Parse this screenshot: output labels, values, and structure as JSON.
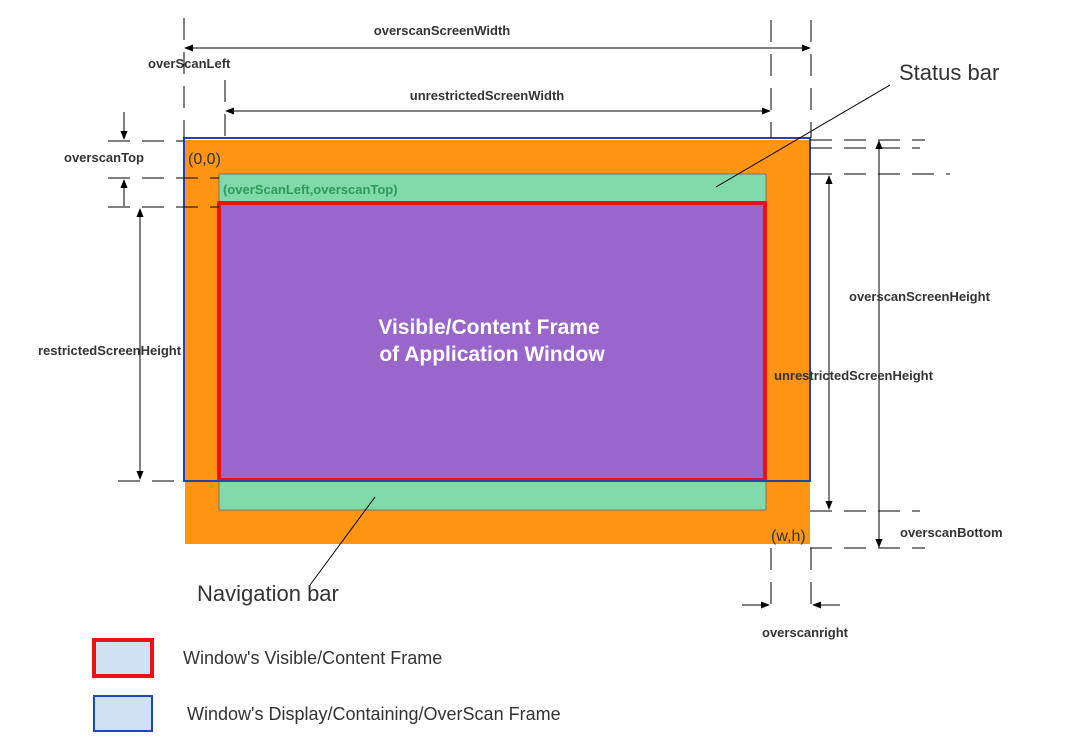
{
  "colors": {
    "overscan_area": "#ff9512",
    "status_nav_bars": "#80d9ab",
    "content_frame": "#9966cc",
    "visible_frame_border": "#ee1111",
    "display_frame_border": "#2244bb",
    "legend_fill": "#cfe2f3"
  },
  "labels": {
    "overscan_screen_width": "overscanScreenWidth",
    "overscan_left": "overScanLeft",
    "unrestricted_screen_width": "unrestrictedScreenWidth",
    "status_bar": "Status bar",
    "overscan_top": "overscanTop",
    "origin": "(0,0)",
    "overscan_origin": "(overScanLeft,overscanTop)",
    "overscan_screen_height": "overscanScreenHeight",
    "restricted_screen_height": "restrictedScreenHeight",
    "content_line1": "Visible/Content Frame",
    "content_line2": "of Application Window",
    "unrestricted_screen_height": "unrestrictedScreenHeight",
    "wh": "(w,h)",
    "overscan_bottom": "overscanBottom",
    "navigation_bar": "Navigation bar",
    "overscan_right": "overscanright"
  },
  "legend": [
    {
      "text": "Window's Visible/Content Frame",
      "border_color": "#ee1111"
    },
    {
      "text": "Window's Display/Containing/OverScan Frame",
      "border_color": "#2244bb"
    }
  ]
}
